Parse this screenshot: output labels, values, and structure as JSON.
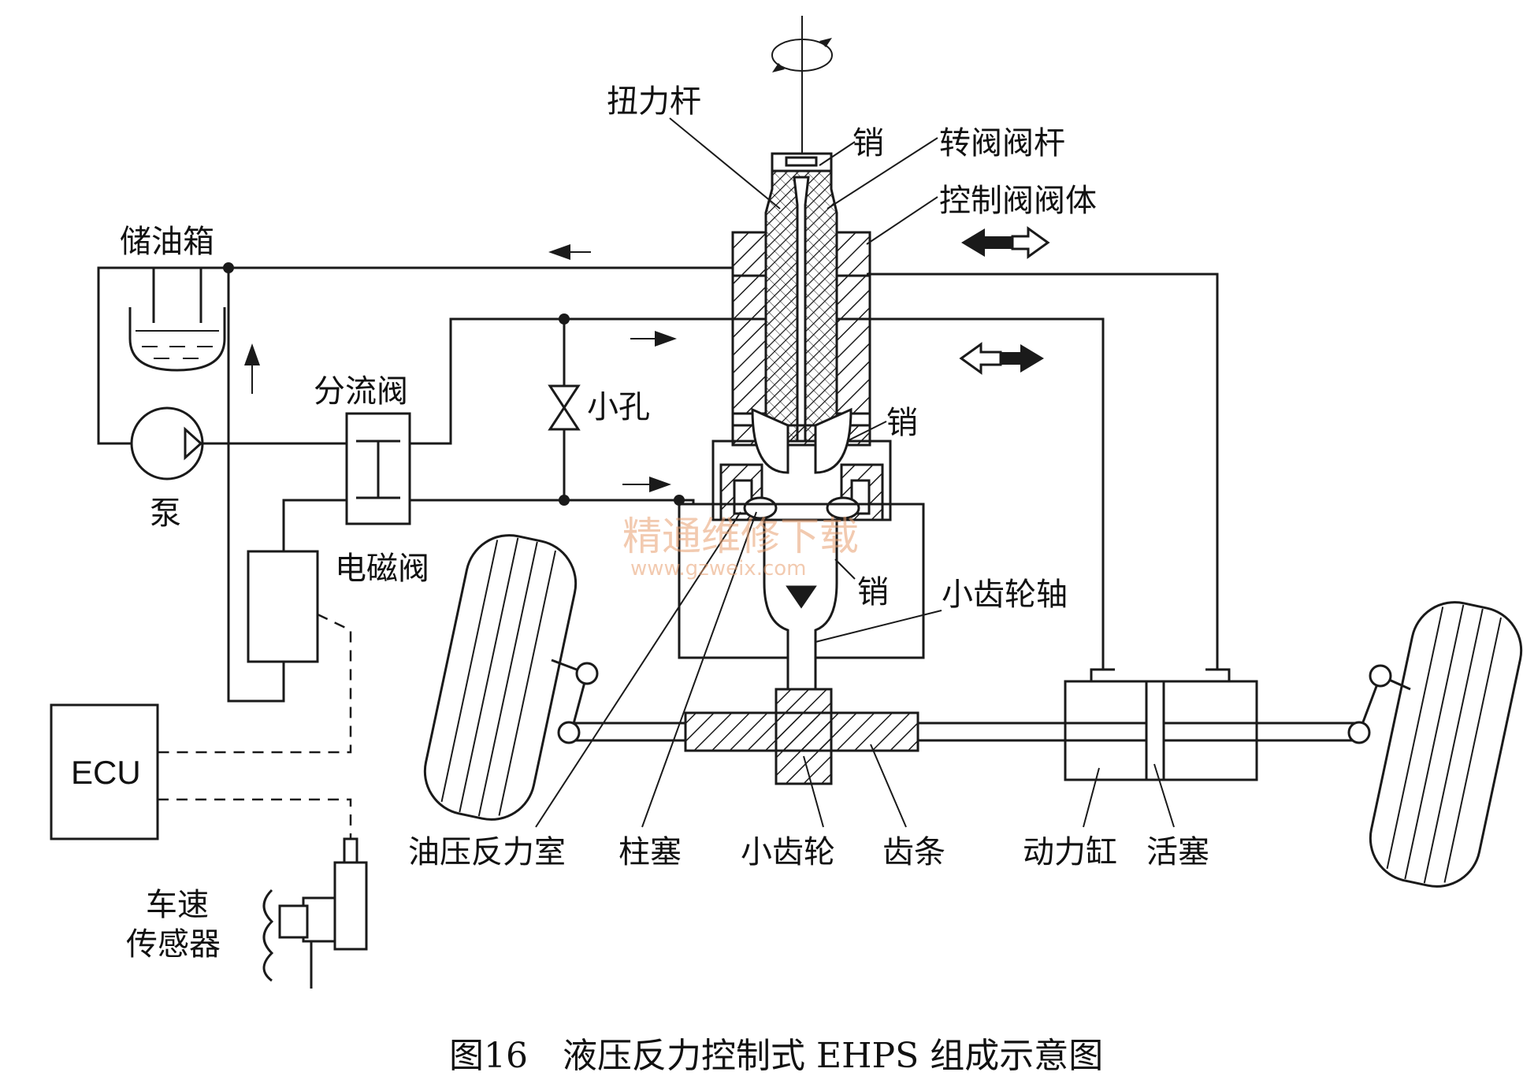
{
  "labels": {
    "torsion_bar": "扭力杆",
    "pin_top": "销",
    "rotary_valve_stem": "转阀阀杆",
    "control_valve_body": "控制阀阀体",
    "reservoir": "储油箱",
    "flow_divider": "分流阀",
    "orifice": "小孔",
    "pin_mid": "销",
    "pump": "泵",
    "solenoid_valve": "电磁阀",
    "pin_low": "销",
    "pinion_shaft": "小齿轮轴",
    "ecu": "ECU",
    "reaction_chamber": "油压反力室",
    "plunger": "柱塞",
    "pinion": "小齿轮",
    "rack": "齿条",
    "power_cylinder": "动力缸",
    "piston": "活塞",
    "speed_sensor_line1": "车速",
    "speed_sensor_line2": "传感器"
  },
  "caption": "图16　液压反力控制式 EHPS 组成示意图",
  "watermark": {
    "cn": "精通维修下载",
    "url": "www.gzweix.com"
  },
  "colors": {
    "line": "#1a1a1a",
    "watermark": "#e8a070"
  }
}
